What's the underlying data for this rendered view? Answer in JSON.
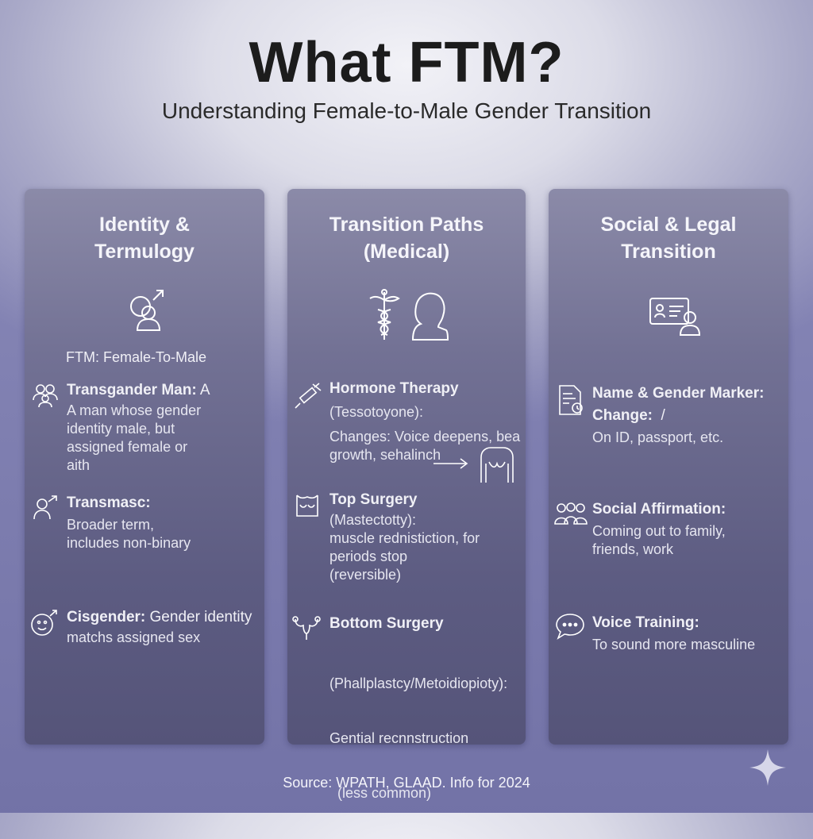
{
  "header": {
    "title": "What FTM?",
    "subtitle": "Understanding Female-to-Male Gender Transition"
  },
  "panels": {
    "identity": {
      "title_line1": "Identity &",
      "title_line2": "Termulogy",
      "icon": "person-gender-icon",
      "abbrev": "FTM: Female-To-Male",
      "items": [
        {
          "head": "Transgander Man:",
          "head_tail": " A",
          "lines": [
            "A man whose gender",
            "identity male, but",
            "assigned female or",
            "aith"
          ],
          "icon": "group-icon"
        },
        {
          "head": "Transmasc:",
          "head_tail": "",
          "lines": [
            "Broader term,",
            "includes non-binary"
          ],
          "icon": "person-arrow-icon"
        },
        {
          "head": "Cisgender:",
          "head_tail": " Gender identity",
          "lines": [
            "matchs assigned sex"
          ],
          "icon": "face-male-icon"
        }
      ]
    },
    "medical": {
      "title_line1": "Transition Paths",
      "title_line2": "(Medical)",
      "icon": "caduceus-head-icon",
      "items": [
        {
          "head": "Hormone Therapy",
          "lines": [
            "(Tessotoyone):",
            "Changes: Voice deepens, bea",
            "growth, sehalinch"
          ],
          "icon": "syringe-icon"
        },
        {
          "head": "Top Surgery",
          "lines": [
            "(Mastectotty):",
            "muscle rednistiction, for",
            "periods stop",
            "(reversible)"
          ],
          "icon": "chest-icon"
        },
        {
          "head": "Bottom Surgery",
          "lines": [
            "(Phallplastcy/Metoidiopioty):",
            "Gential recnnstruction",
            "  (less common)"
          ],
          "icon": "anatomy-icon"
        }
      ]
    },
    "social": {
      "title_line1": "Social & Legal",
      "title_line2": "Transition",
      "icon": "id-card-icon",
      "items": [
        {
          "head": "Name & Gender Marker:",
          "head2": "Change:",
          "head2_tail": "  /",
          "lines": [
            "On ID, passport, etc."
          ],
          "icon": "document-icon"
        },
        {
          "head": "Social Affirmation:",
          "lines": [
            "Coming out to family,",
            "friends, work"
          ],
          "icon": "people-icon"
        },
        {
          "head": "Voice Training:",
          "lines": [
            "To sound more masculine"
          ],
          "icon": "speech-bubble-icon"
        }
      ]
    }
  },
  "footer": {
    "source": "Source: WPATH, GLAAD. Info for 2024"
  },
  "colors": {
    "panel": "#6a6990",
    "title": "#1c1c1c",
    "panel_text": "#ffffff"
  }
}
